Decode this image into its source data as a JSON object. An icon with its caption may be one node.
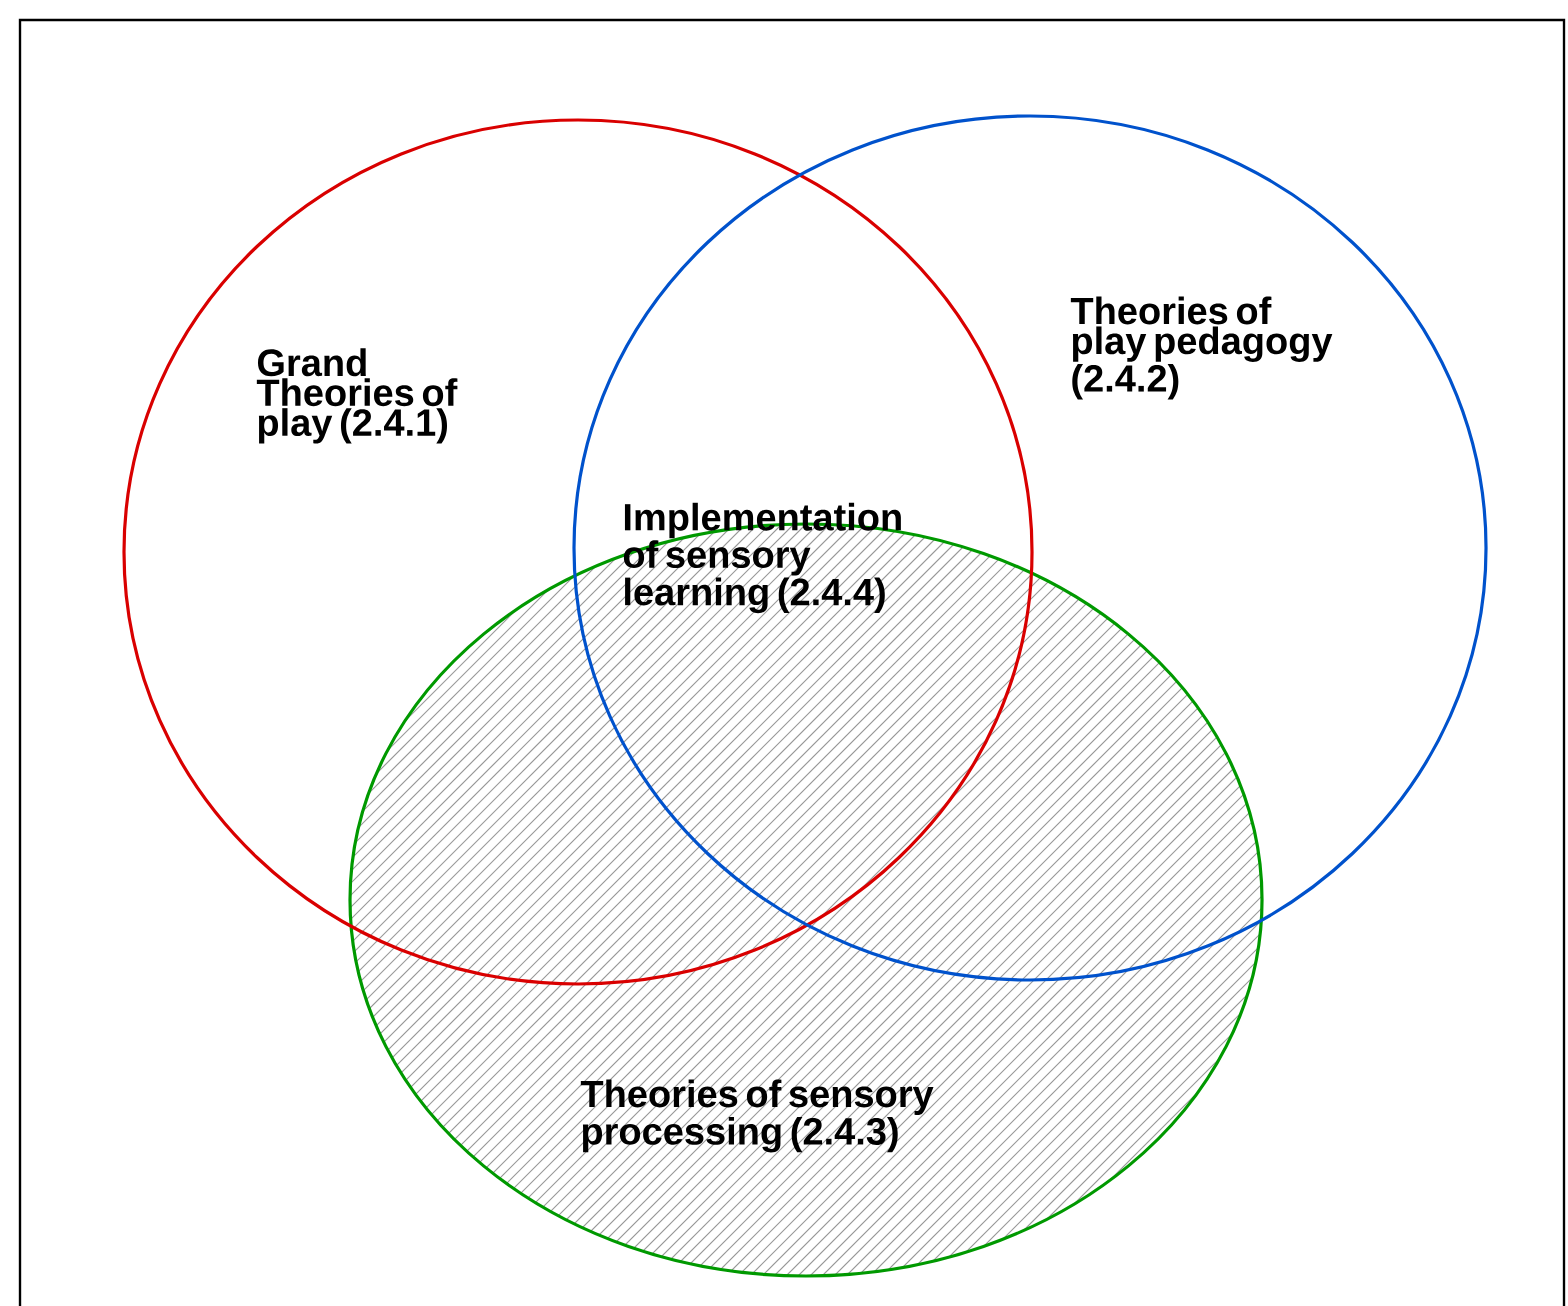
{
  "diagram": {
    "nodes": [
      {
        "text": [
          "Grand Theories of play (2.4.1)"
        ]
      },
      {
        "text": [
          "Theories of play pedagogy (2.4.2)"
        ]
      },
      {
        "text": [
          "Theories of sensory processing (2.4.3)"
        ]
      }
    ],
    "labels": [
      "Implementation of sensory learning  (2.4.4)"
    ]
  }
}
